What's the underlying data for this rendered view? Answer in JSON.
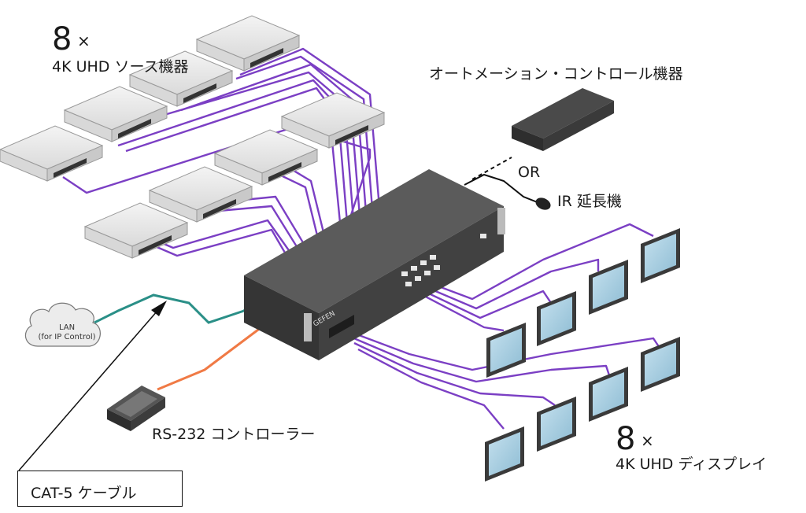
{
  "sources": {
    "count": "8",
    "cross": "×",
    "label": "4K UHD ソース機器"
  },
  "automation": {
    "label": "オートメーション・コントロール機器"
  },
  "or_label": "OR",
  "ir": {
    "label": "IR 延長機"
  },
  "lan": {
    "line1": "LAN",
    "line2": "(for IP Control)"
  },
  "rs232": {
    "label": "RS-232 コントローラー"
  },
  "cat5": {
    "label": "CAT-5 ケーブル"
  },
  "displays": {
    "count": "8",
    "cross": "×",
    "label": "4K UHD ディスプレイ"
  },
  "device": {
    "brand": "GEFEN"
  },
  "colors": {
    "hdmi": "#7b3fc4",
    "lan": "#2a8f87",
    "rs232": "#f07a45",
    "display": "#a9cde0"
  }
}
